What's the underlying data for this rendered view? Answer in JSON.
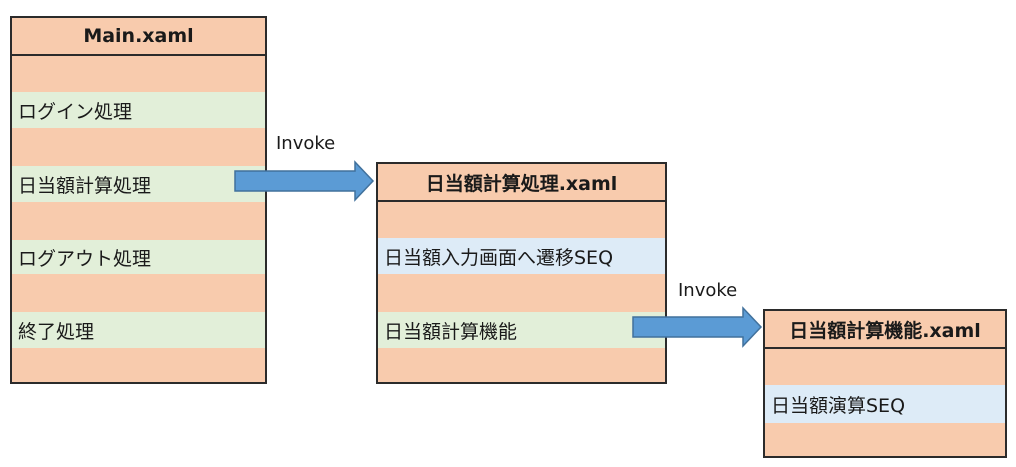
{
  "boxes": [
    {
      "title": "Main.xaml",
      "rows": [
        {
          "text": "",
          "style": "empty"
        },
        {
          "text": "ログイン処理",
          "style": "green"
        },
        {
          "text": "",
          "style": "empty"
        },
        {
          "text": "日当額計算処理",
          "style": "green"
        },
        {
          "text": "",
          "style": "empty"
        },
        {
          "text": "ログアウト処理",
          "style": "green"
        },
        {
          "text": "",
          "style": "empty"
        },
        {
          "text": "終了処理",
          "style": "green"
        },
        {
          "text": "",
          "style": "empty"
        }
      ]
    },
    {
      "title": "日当額計算処理.xaml",
      "rows": [
        {
          "text": "",
          "style": "empty"
        },
        {
          "text": "日当額入力画面へ遷移SEQ",
          "style": "blue"
        },
        {
          "text": "",
          "style": "empty"
        },
        {
          "text": "日当額計算機能",
          "style": "green"
        },
        {
          "text": "",
          "style": "empty"
        }
      ]
    },
    {
      "title": "日当額計算機能.xaml",
      "rows": [
        {
          "text": "",
          "style": "empty"
        },
        {
          "text": "日当額演算SEQ",
          "style": "blue"
        },
        {
          "text": "",
          "style": "empty"
        }
      ]
    }
  ],
  "connectors": [
    {
      "label": "Invoke",
      "color": "#5b9bd5"
    },
    {
      "label": "Invoke",
      "color": "#5b9bd5"
    }
  ]
}
